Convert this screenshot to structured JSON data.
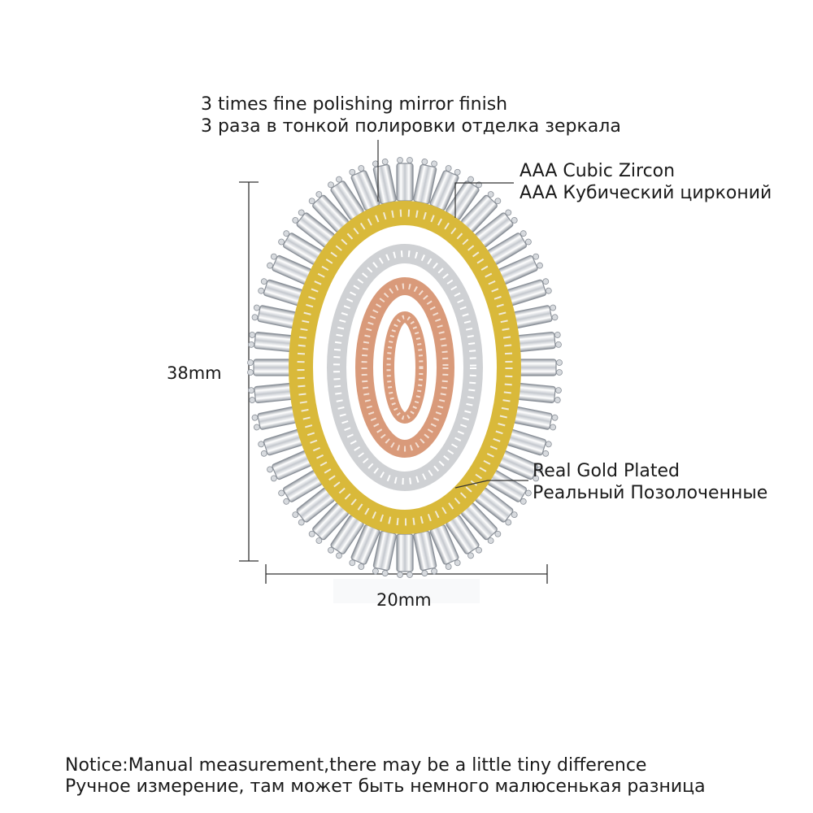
{
  "annotations": {
    "polishing": {
      "line_en": "3 times fine polishing mirror finish",
      "line_ru": "3 раза в тонкой полировки отделка зеркала"
    },
    "zircon": {
      "line_en": "AAA Cubic Zircon",
      "line_ru": "AAA Кубический цирконий"
    },
    "gold": {
      "line_en": "Real Gold Plated",
      "line_ru": "Реальный Позолоченные"
    }
  },
  "dimensions": {
    "height": "38mm",
    "width": "20mm"
  },
  "notice": {
    "line_en": "Notice:Manual measurement,there may be a little tiny difference",
    "line_ru": "Ручное измерение, там может быть немного малюсенькая разница"
  },
  "colors": {
    "silver": "#c9ccd2",
    "gold": "#d9b93a",
    "rose": "#d99a7a",
    "crystal": "#f4f5f7",
    "line": "#333333"
  }
}
